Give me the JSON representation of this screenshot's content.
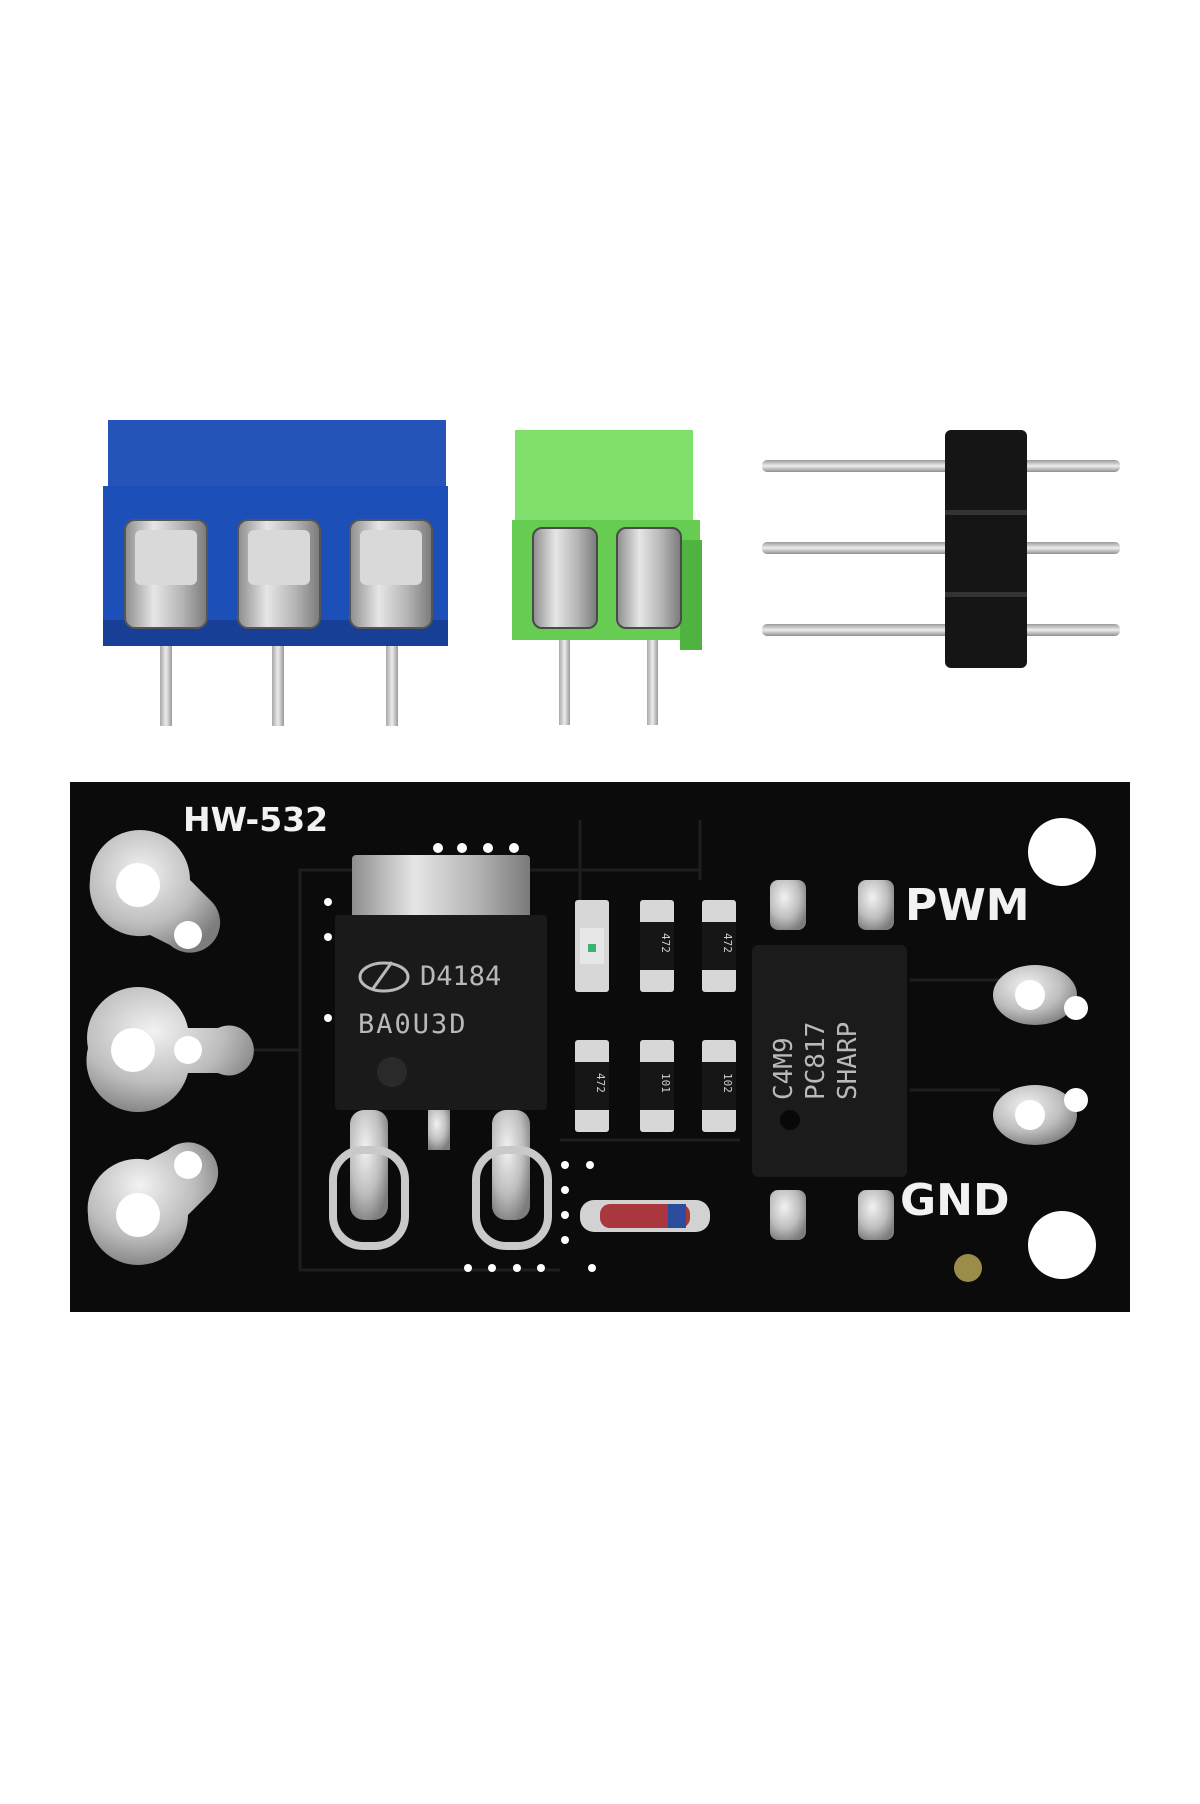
{
  "board": {
    "model_label": "HW-532",
    "pwm_label": "PWM",
    "gnd_label": "GND"
  },
  "mosfet": {
    "part_line": "D4184",
    "lot_line": "BA0U3D"
  },
  "optocoupler": {
    "line1": "C4M9",
    "line2": "PC817",
    "line3": "SHARP"
  },
  "resistors": {
    "r1": "472",
    "r2": "472",
    "r3": "472",
    "r4": "101",
    "r5": "102"
  },
  "colors": {
    "pcb": "#0b0b0b",
    "blue_terminal": "#1d4fb8",
    "green_terminal": "#6fd35a",
    "header_plastic": "#111111",
    "pin_metal": "#c9c9c9"
  }
}
